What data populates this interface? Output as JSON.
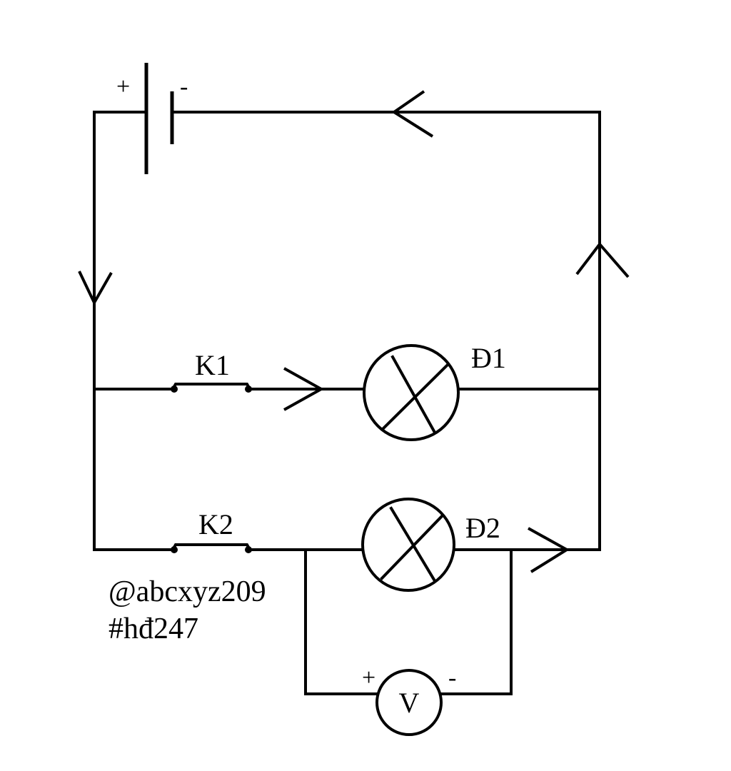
{
  "labels": {
    "battery_plus": "+",
    "battery_minus": "-",
    "switch_1": "K1",
    "switch_2": "K2",
    "lamp_1": "Đ1",
    "lamp_2": "Đ2",
    "voltmeter": "V",
    "voltmeter_plus": "+",
    "voltmeter_minus": "-"
  },
  "watermark": {
    "line1": "@abcxyz209",
    "line2": "#hđ247"
  },
  "colors": {
    "wire": "#000000",
    "background": "#ffffff"
  }
}
